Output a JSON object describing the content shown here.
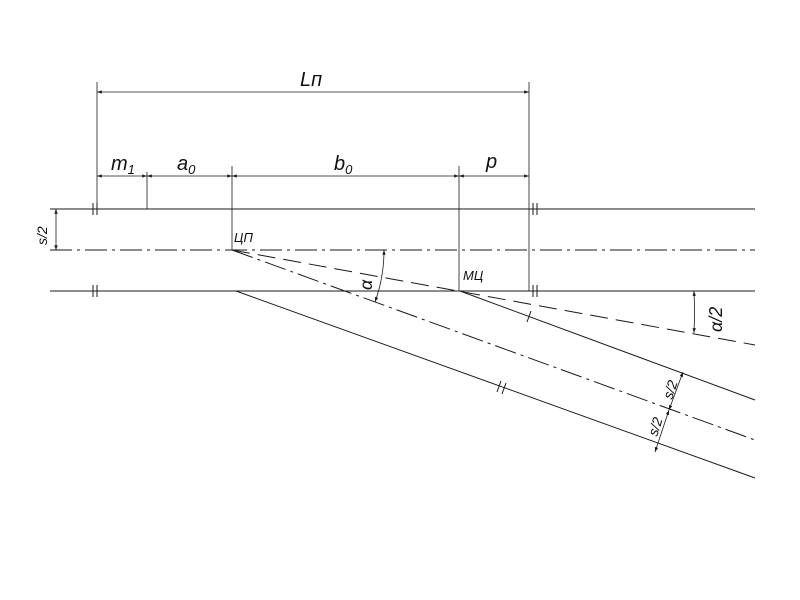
{
  "dimensions": {
    "total": "Lп",
    "m1": "m",
    "m1_sub": "1",
    "a0": "a",
    "a0_sub": "0",
    "b0": "b",
    "b0_sub": "0",
    "p": "p",
    "half_gauge_left": "s/2",
    "half_gauge_branch_1": "s/2",
    "half_gauge_branch_2": "s/2",
    "half_alpha": "α/2"
  },
  "points": {
    "center_switch": "ЦП",
    "frog_center": "МЦ"
  },
  "angle": {
    "alpha": "α"
  }
}
